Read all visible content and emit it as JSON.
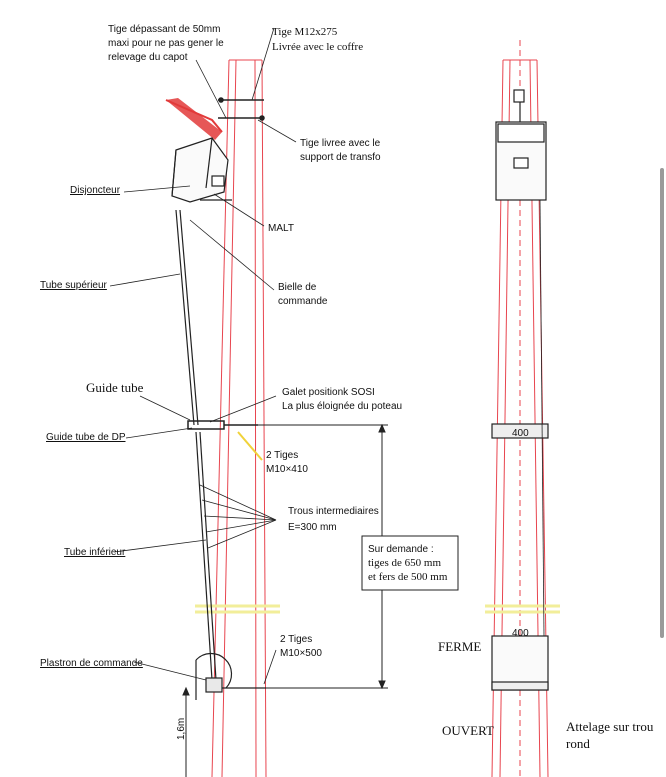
{
  "labels": {
    "tige_depassant": [
      "Tige dépassant de 50mm",
      "maxi pour ne pas gener le",
      "relevage du capot"
    ],
    "tige_m12": [
      "Tige M12x275",
      "Livrée avec le coffre"
    ],
    "tige_livree": [
      "Tige livree avec le",
      "support de transfo"
    ],
    "disjoncteur": "Disjoncteur",
    "malt": "MALT",
    "tube_superieur": "Tube supérieur",
    "bielle": [
      "Bielle de",
      "commande"
    ],
    "guide_tube": "Guide tube",
    "galet": [
      "Galet positionk SOSI",
      "La plus éloignée du poteau"
    ],
    "guide_tube_dp": "Guide tube de DP",
    "tiges_410": [
      "2 Tiges",
      "M10×410"
    ],
    "trous": [
      "Trous intermediaires",
      "E=300 mm"
    ],
    "tube_inferieur": "Tube inférieur",
    "sur_demande": [
      "Sur demande :",
      "tiges de 650 mm",
      "et fers de 500 mm"
    ],
    "tiges_500": [
      "2 Tiges",
      "M10×500"
    ],
    "plastron": "Plastron de commande",
    "dim_vertical": "1,6m",
    "dim_400_top": "400",
    "dim_400_bottom": "400",
    "ferme": "FERME",
    "ouvert": "OUVERT",
    "attelage": [
      "Attelage sur trou",
      "rond"
    ]
  },
  "colors": {
    "pole_line": "#e8454f",
    "drawing_line": "#222222",
    "highlight": "#f2ee9a",
    "red_fill": "#e23a3a",
    "yellow_rod": "#f0d23a"
  }
}
